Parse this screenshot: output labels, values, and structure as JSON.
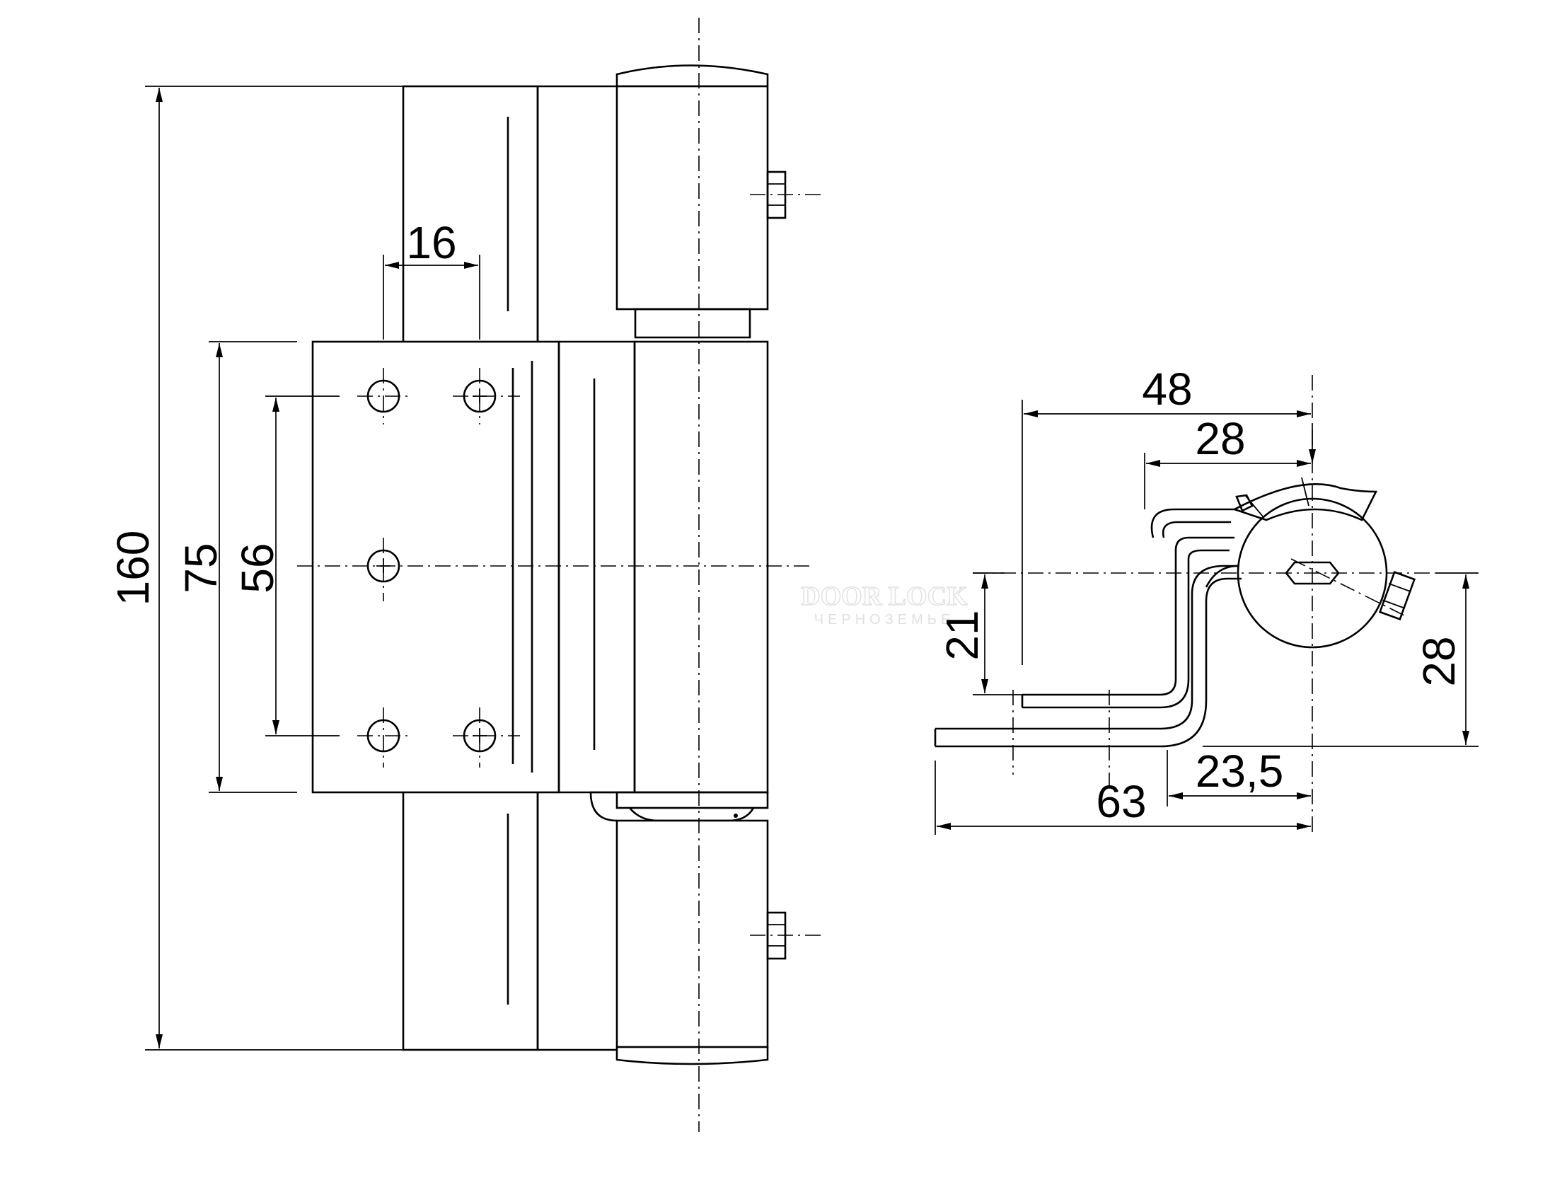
{
  "watermark": {
    "line1": "DOOR LOCK",
    "line2": "ЧЕРНОЗЕМЬЕ"
  },
  "front_view": {
    "dimensions": {
      "total_height": "160",
      "plate_height": "75",
      "hole_spacing": "56",
      "hole_offset": "16"
    }
  },
  "side_view": {
    "dimensions": {
      "width_48": "48",
      "width_28": "28",
      "height_21": "21",
      "height_28": "28",
      "width_23_5": "23,5",
      "width_63": "63"
    }
  }
}
